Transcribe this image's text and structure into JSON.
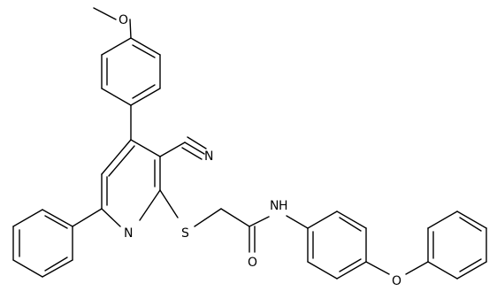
{
  "atoms": {
    "n_pyridine": "N",
    "n_nitrile": "N",
    "s_thioether": "S",
    "o_carbonyl": "O",
    "o_methoxy": "O",
    "o_ether": "O",
    "n_amide": "N",
    "h_amide": "H"
  },
  "colors": {
    "line": "#000000",
    "background": "#ffffff"
  }
}
